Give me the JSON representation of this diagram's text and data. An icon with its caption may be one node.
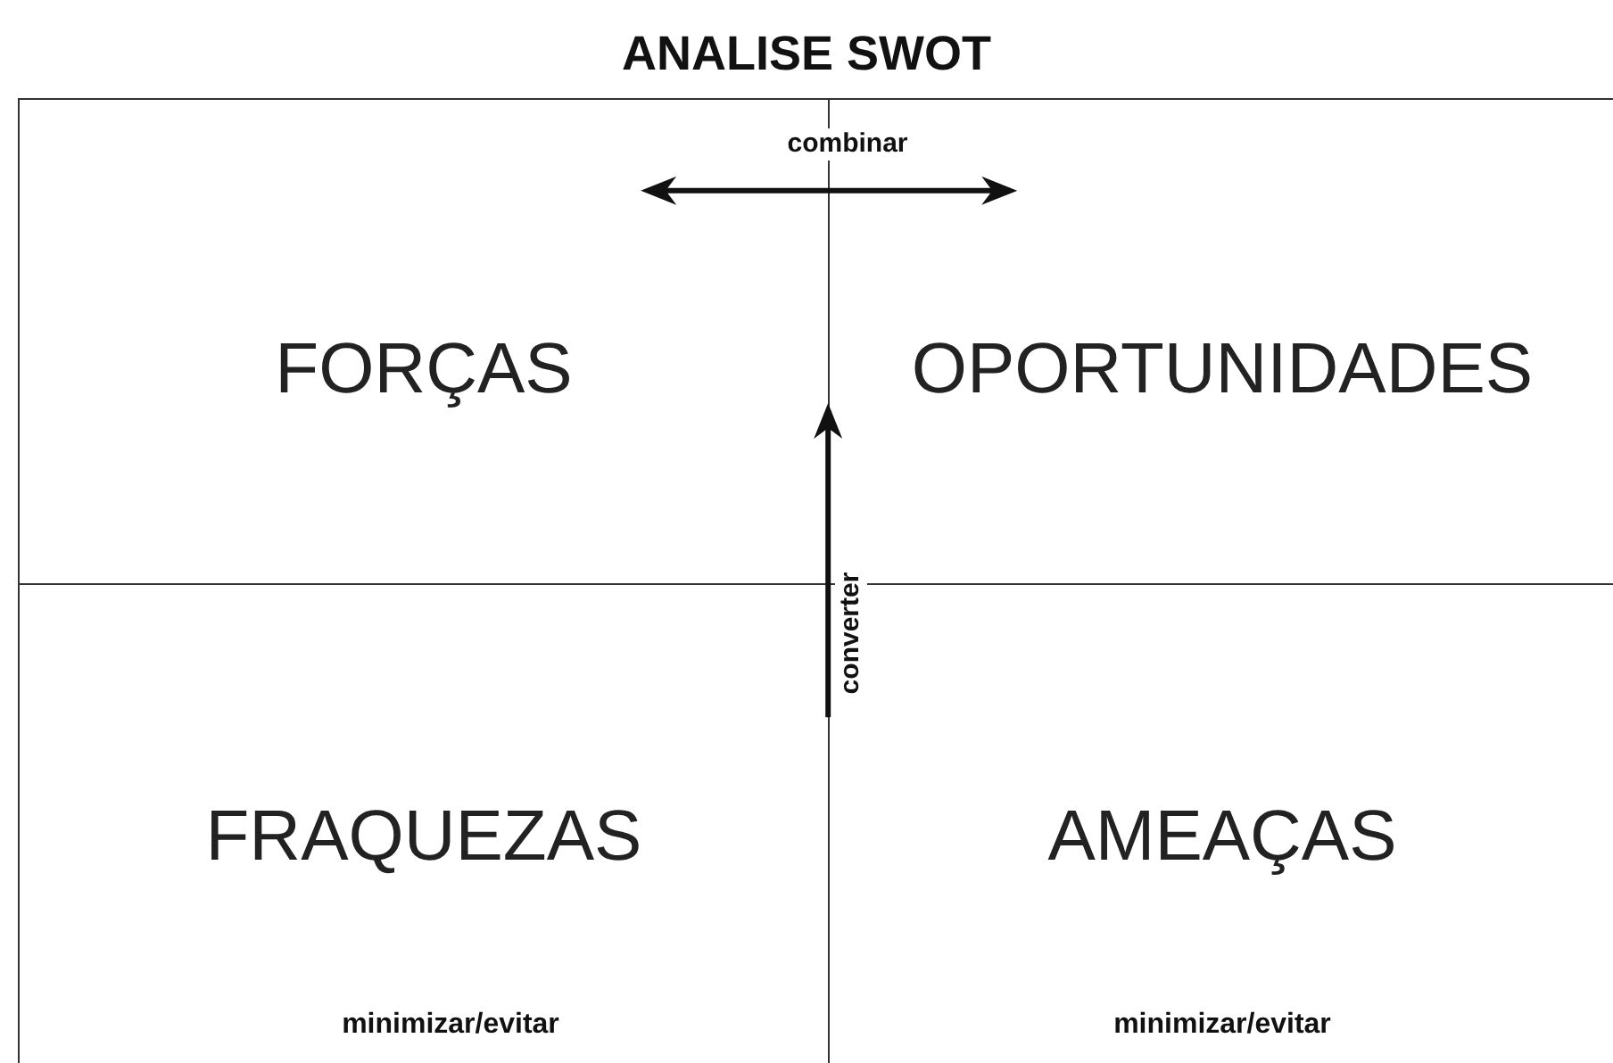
{
  "diagram": {
    "title": "ANALISE SWOT",
    "nodes": [
      {
        "text": [
          "FORÇAS"
        ]
      },
      {
        "text": [
          "OPORTUNIDADES"
        ]
      },
      {
        "text": [
          "FRAQUEZAS",
          "minimizar/evitar"
        ]
      },
      {
        "text": [
          "AMEAÇAS",
          "minimizar/evitar"
        ]
      }
    ],
    "edges": [
      {
        "from": 0,
        "to": 1,
        "arrow": "both",
        "label": "combinar"
      },
      {
        "from": 2,
        "to": 0,
        "arrow": "to",
        "label": "converter"
      }
    ]
  }
}
